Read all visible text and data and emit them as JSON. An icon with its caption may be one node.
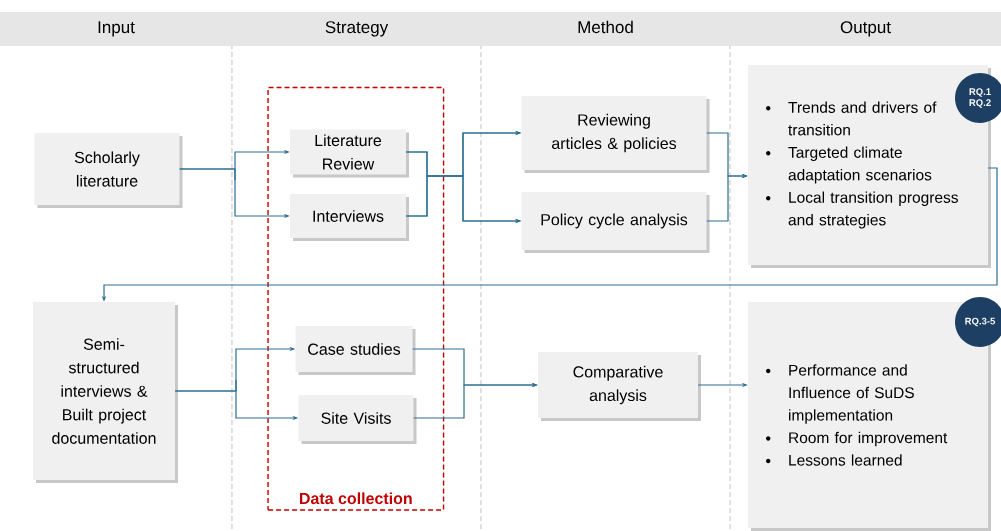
{
  "diagram": {
    "nodes": [
      {
        "text": [
          "Input"
        ]
      },
      {
        "text": [
          "Strategy"
        ]
      },
      {
        "text": [
          "Method"
        ]
      },
      {
        "text": [
          "Output"
        ]
      },
      {
        "text": [
          "Scholarly literature"
        ]
      },
      {
        "text": [
          "Data collection"
        ]
      },
      {
        "text": [
          "Literature Review"
        ],
        "in": 5
      },
      {
        "text": [
          "Interviews"
        ],
        "in": 5
      },
      {
        "text": [
          "Reviewing articles & policies"
        ]
      },
      {
        "text": [
          "Policy cycle analysis"
        ]
      },
      {
        "text": [
          "Trends and drivers of transition",
          "Targeted climate adaptation scenarios",
          "Local transition progress and strategies"
        ]
      },
      {
        "text": [
          "RQ.1 RQ.2"
        ]
      },
      {
        "text": [
          "Semi-structured interviews & Built project documentation"
        ]
      },
      {
        "text": [
          "Case studies"
        ],
        "in": 5
      },
      {
        "text": [
          "Site Visits"
        ],
        "in": 5
      },
      {
        "text": [
          "Comparative analysis"
        ]
      },
      {
        "text": [
          "Performance and Influence of SuDS implementation",
          "Room for improvement",
          "Lessons learned"
        ]
      },
      {
        "text": [
          "RQ.3-5"
        ]
      }
    ],
    "edges": [
      {
        "from": 4,
        "to": 6,
        "arrow": "to"
      },
      {
        "from": 4,
        "to": 7,
        "arrow": "to"
      },
      {
        "from": 6,
        "to": 8,
        "arrow": "to"
      },
      {
        "from": 6,
        "to": 9,
        "arrow": "to"
      },
      {
        "from": 7,
        "to": 8,
        "arrow": "to"
      },
      {
        "from": 7,
        "to": 9,
        "arrow": "to"
      },
      {
        "from": 8,
        "to": 10,
        "arrow": "to"
      },
      {
        "from": 9,
        "to": 10,
        "arrow": "to"
      },
      {
        "from": 10,
        "to": 12,
        "arrow": "to"
      },
      {
        "from": 12,
        "to": 13,
        "arrow": "to"
      },
      {
        "from": 12,
        "to": 14,
        "arrow": "to"
      },
      {
        "from": 13,
        "to": 15,
        "arrow": "to"
      },
      {
        "from": 14,
        "to": 15,
        "arrow": "to"
      },
      {
        "from": 15,
        "to": 16,
        "arrow": "to"
      }
    ]
  }
}
